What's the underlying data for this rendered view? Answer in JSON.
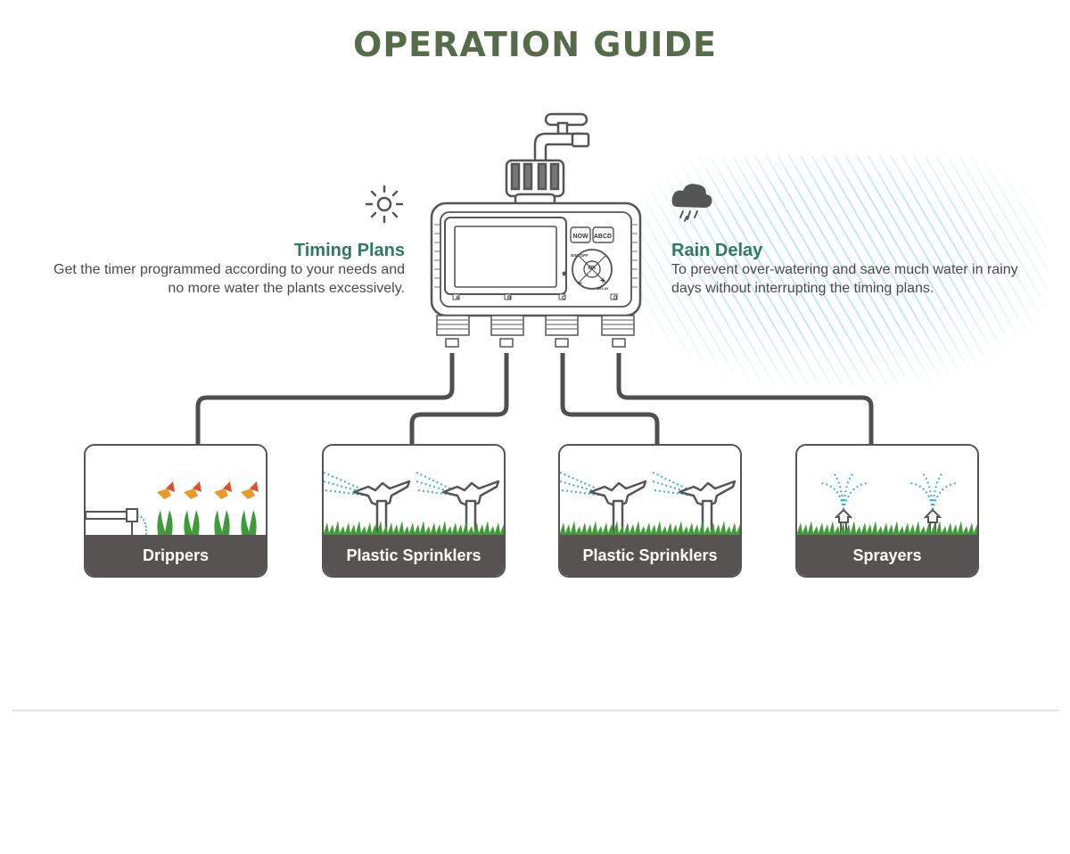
{
  "title": "OPERATION GUIDE",
  "timing_plans": {
    "title": "Timing Plans",
    "description": "Get the timer programmed according to your needs and no more water the plants excessively.",
    "icon": "sun-icon"
  },
  "rain_delay": {
    "title": "Rain Delay",
    "description": "To prevent over-watering and save much water in rainy days without interrupting the timing plans.",
    "icon": "rain-cloud-icon"
  },
  "timer": {
    "buttons": {
      "now": "NOW",
      "abcd": "ABCD",
      "esc_off": "ESC OFF",
      "ok": "OK",
      "delay": "DELAY",
      "minus": "−",
      "plus": "+"
    },
    "outlets": [
      "A",
      "B",
      "C",
      "D"
    ]
  },
  "cards": [
    {
      "label": "Drippers",
      "icon": "dripper-icon"
    },
    {
      "label": "Plastic Sprinklers",
      "icon": "sprinkler-icon"
    },
    {
      "label": "Plastic Sprinklers",
      "icon": "sprinkler-icon"
    },
    {
      "label": "Sprayers",
      "icon": "sprayer-icon"
    }
  ],
  "colors": {
    "title": "#566b4a",
    "accent": "#2f7a5f",
    "card_label_bg": "#575353",
    "water": "#3aaed4",
    "grass": "#3f9a3a",
    "pipe": "#4f4f4f"
  }
}
